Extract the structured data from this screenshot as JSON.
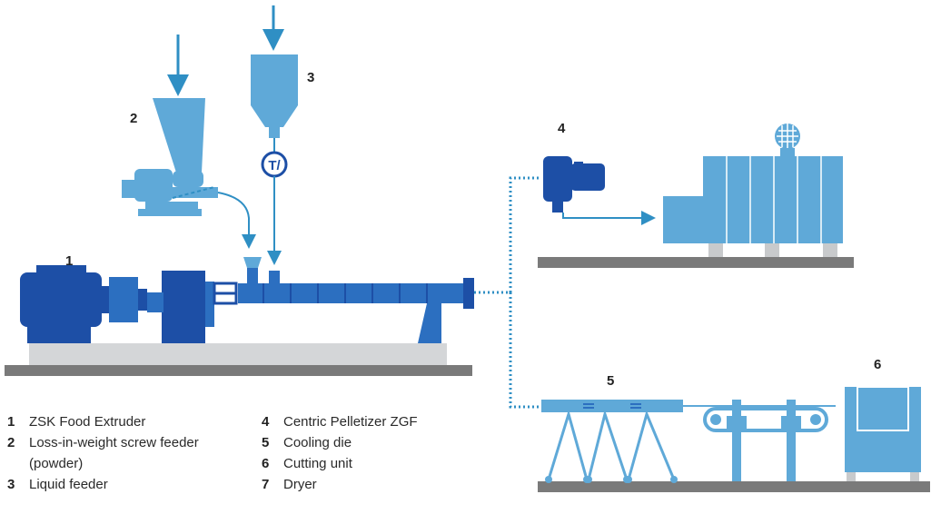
{
  "callouts": {
    "extruder": "1",
    "screw_feeder": "2",
    "liquid_feeder": "3",
    "pelletizer": "4",
    "cooling_die": "5",
    "cutting_unit": "6"
  },
  "legend": {
    "left": [
      {
        "num": "1",
        "text": "ZSK Food Extruder"
      },
      {
        "num": "2",
        "text": "Loss-in-weight screw feeder"
      },
      {
        "num": "",
        "text": "(powder)"
      },
      {
        "num": "3",
        "text": "Liquid feeder"
      }
    ],
    "right": [
      {
        "num": "4",
        "text": "Centric Pelletizer ZGF"
      },
      {
        "num": "5",
        "text": "Cooling die"
      },
      {
        "num": "6",
        "text": "Cutting unit"
      },
      {
        "num": "7",
        "text": "Dryer"
      }
    ]
  },
  "colors": {
    "dark_blue": "#1d4fa6",
    "mid_blue": "#2c6fc0",
    "process_blue": "#2f8fc4",
    "light_blue": "#5fa9d8",
    "pale_blue": "#7db8e0",
    "floor_gray": "#7a7a7a",
    "base_gray": "#d4d6d8"
  },
  "icons": [
    "arrow-down-icon",
    "flow-meter-icon",
    "fan-grille-icon"
  ]
}
